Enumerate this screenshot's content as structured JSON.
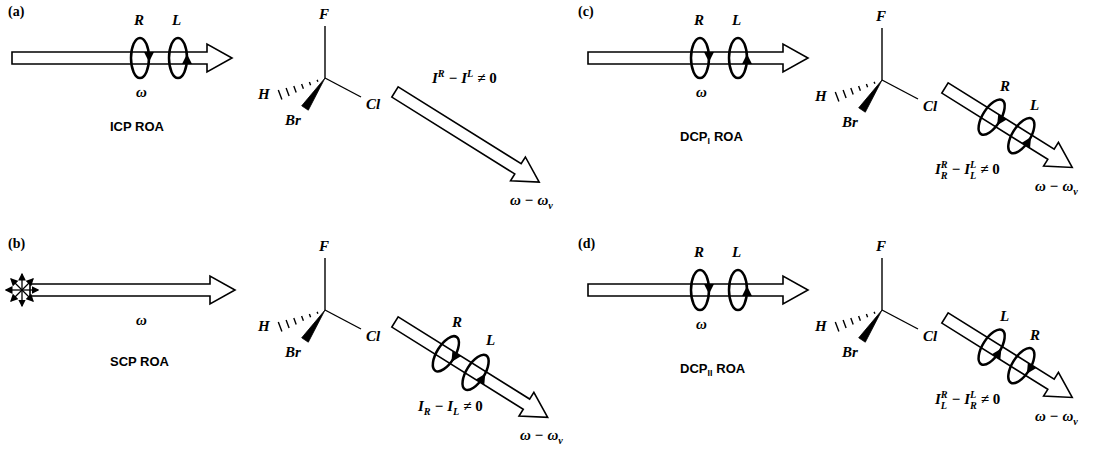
{
  "diagram": {
    "labels": [
      "(a)",
      "R",
      "L",
      "ω",
      "F",
      "H",
      "Br",
      "Cl",
      "I",
      "R",
      "−",
      "I",
      "L",
      "≠ 0",
      "ω − ω",
      "v",
      "ICP ROA",
      "(b)",
      "ω",
      "F",
      "H",
      "Br",
      "Cl",
      "R",
      "L",
      "I",
      "R",
      "−",
      "I",
      "L",
      "≠ 0",
      "ω − ω",
      "v",
      "SCP ROA",
      "(c)",
      "R",
      "L",
      "ω",
      "F",
      "H",
      "Br",
      "Cl",
      "R",
      "L",
      "I",
      "R",
      "R",
      "−",
      "I",
      "L",
      "L",
      "≠ 0",
      "ω − ω",
      "v",
      "DCP",
      "I",
      "ROA",
      "(d)",
      "R",
      "L",
      "ω",
      "F",
      "H",
      "Br",
      "Cl",
      "L",
      "R",
      "I",
      "R",
      "L",
      "−",
      "I",
      "L",
      "R",
      "≠ 0",
      "ω − ω",
      "v",
      "DCP",
      "II",
      "ROA"
    ]
  }
}
